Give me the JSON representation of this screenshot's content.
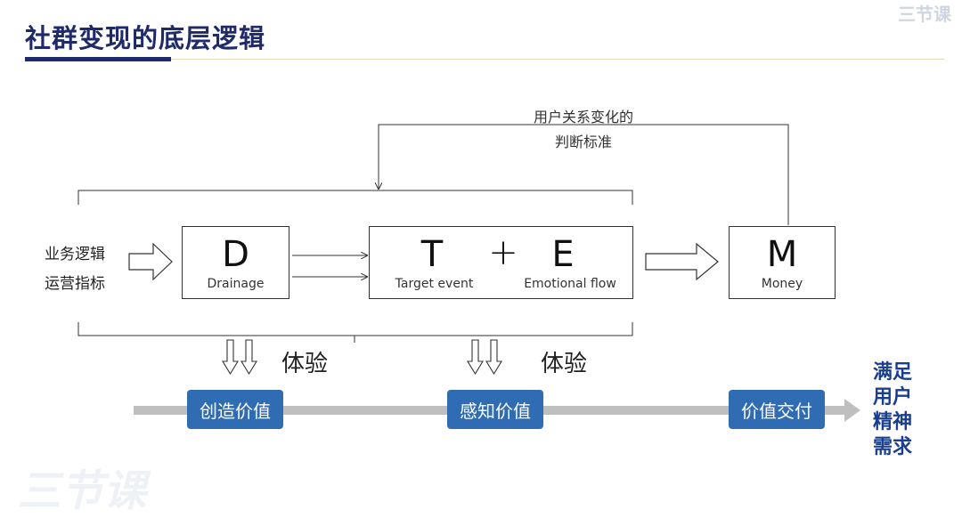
{
  "title": "社群变现的底层逻辑",
  "brand": "三节课",
  "feedback_label": [
    "用户关系变化的",
    "判断标准"
  ],
  "inputs": [
    "业务逻辑",
    "运营指标"
  ],
  "boxes": {
    "d": {
      "letter": "D",
      "sub": "Drainage"
    },
    "te": {
      "t_letter": "T",
      "plus": "+",
      "e_letter": "E",
      "t_sub": "Target event",
      "e_sub": "Emotional flow"
    },
    "m": {
      "letter": "M",
      "sub": "Money"
    }
  },
  "experience_labels": [
    "体验",
    "体验"
  ],
  "stages": [
    "创造价值",
    "感知价值",
    "价值交付"
  ],
  "final_goal": "满足用户精神需求",
  "colors": {
    "title": "#1f2a6b",
    "pill": "#2f6cb3",
    "final": "#1a3f8f",
    "timeline": "#bfbfbf"
  }
}
